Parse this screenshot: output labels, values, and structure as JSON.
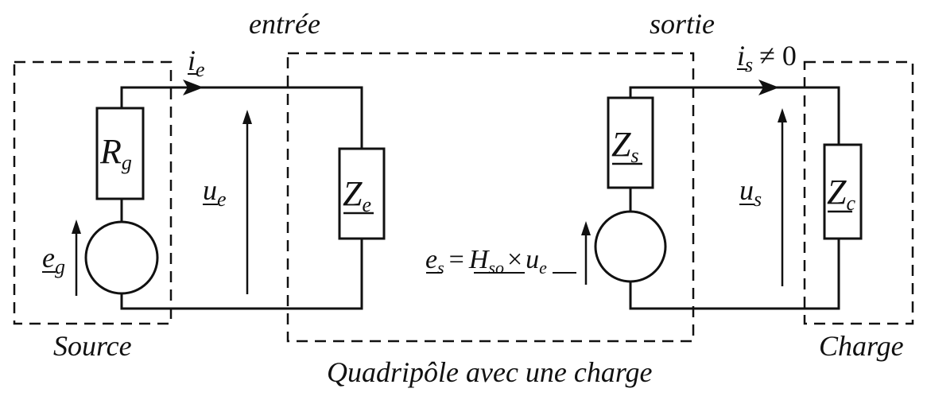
{
  "title_in": "entrée",
  "title_out": "sortie",
  "box_source": "Source",
  "box_quad": "Quadripôle avec une charge",
  "box_charge": "Charge",
  "i_in": {
    "main": "i",
    "sub": "e"
  },
  "i_out": {
    "main": "i",
    "sub": "s",
    "rel": "≠ 0"
  },
  "Rg": {
    "main": "R",
    "sub": "g"
  },
  "Ze": {
    "main": "Z",
    "sub": "e"
  },
  "Zs": {
    "main": "Z",
    "sub": "s"
  },
  "Zc": {
    "main": "Z",
    "sub": "c"
  },
  "eg": {
    "main": "e",
    "sub": "g"
  },
  "ue": {
    "main": "u",
    "sub": "e"
  },
  "us": {
    "main": "u",
    "sub": "s"
  },
  "es": {
    "lhs": "e",
    "lhs_sub": "s",
    "eq": "=",
    "H": "H",
    "H_sub": "so",
    "times": "×",
    "u": "u",
    "u_sub": "e"
  }
}
